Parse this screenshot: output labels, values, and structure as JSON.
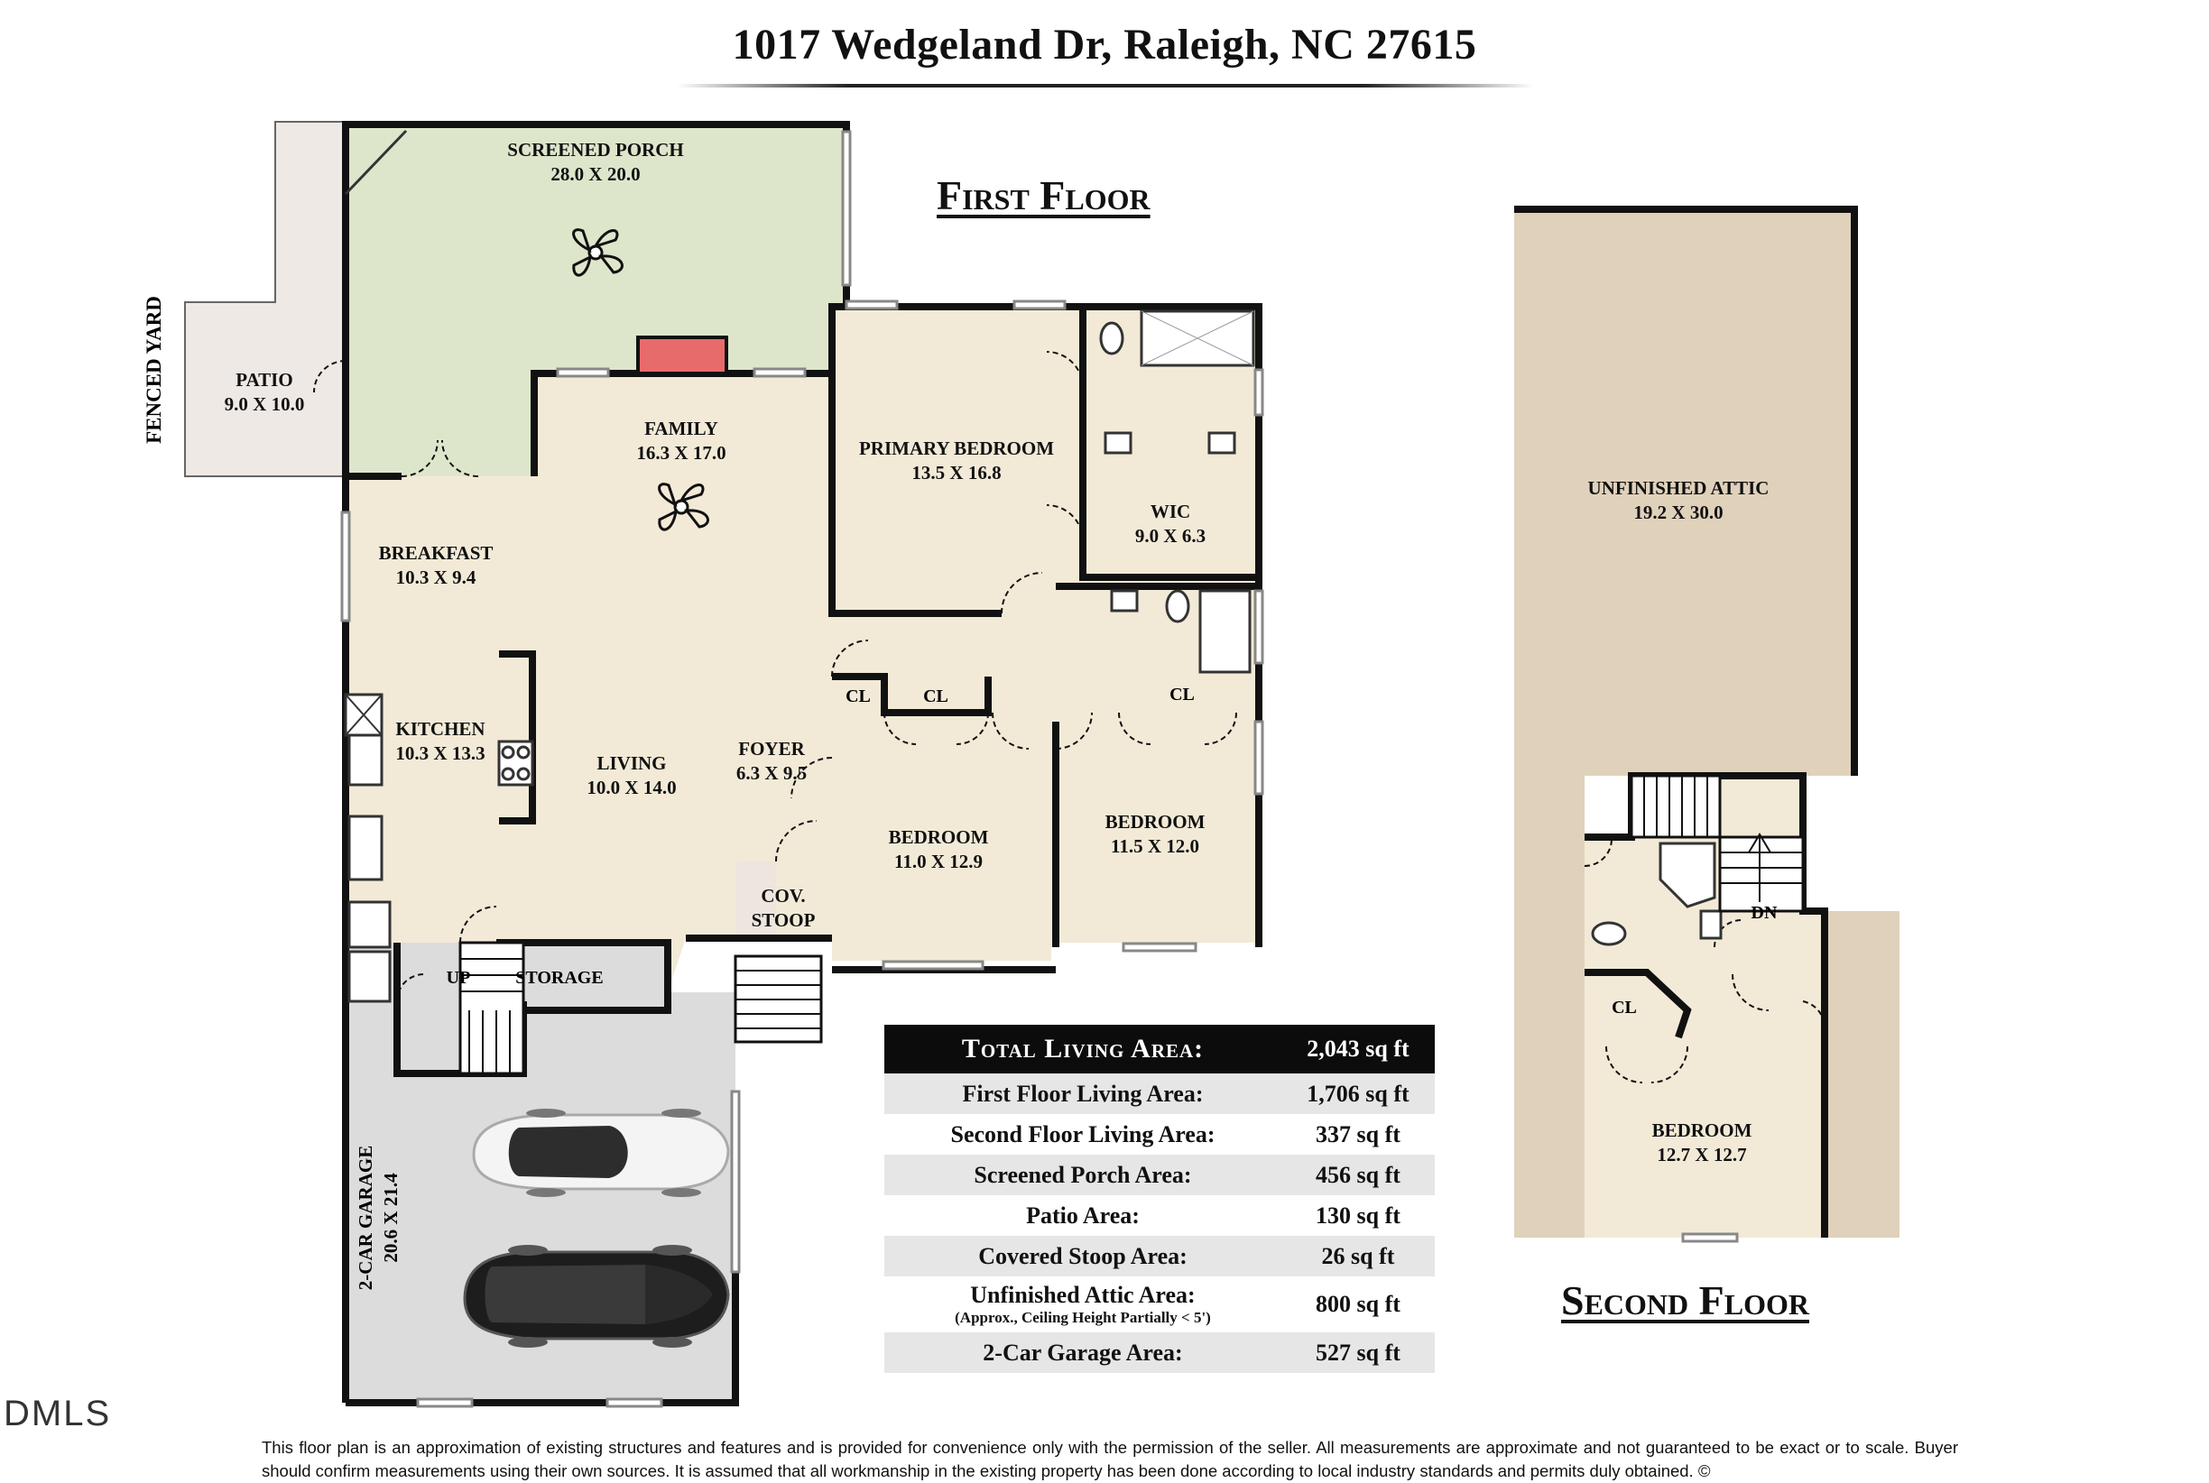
{
  "title": "1017 Wedgeland Dr, Raleigh, NC 27615",
  "floors": {
    "first": "First Floor",
    "second": "Second Floor"
  },
  "fenced_yard": "FENCED YARD",
  "rooms": [
    {
      "name": "SCREENED PORCH",
      "dims": "28.0 X 20.0"
    },
    {
      "name": "PATIO",
      "dims": "9.0 X 10.0"
    },
    {
      "name": "FAMILY",
      "dims": "16.3 X 17.0"
    },
    {
      "name": "PRIMARY BEDROOM",
      "dims": "13.5 X 16.8"
    },
    {
      "name": "WIC",
      "dims": "9.0 X 6.3"
    },
    {
      "name": "BREAKFAST",
      "dims": "10.3 X 9.4"
    },
    {
      "name": "KITCHEN",
      "dims": "10.3 X 13.3"
    },
    {
      "name": "LIVING",
      "dims": "10.0 X 14.0"
    },
    {
      "name": "FOYER",
      "dims": "6.3 X 9.5"
    },
    {
      "name": "BEDROOM",
      "dims": "11.0 X 12.9"
    },
    {
      "name": "BEDROOM",
      "dims": "11.5 X 12.0"
    },
    {
      "name": "COV.",
      "dims": "STOOP"
    },
    {
      "name": "UNFINISHED ATTIC",
      "dims": "19.2 X 30.0"
    },
    {
      "name": "BEDROOM",
      "dims": "12.7 X 12.7"
    }
  ],
  "garage": {
    "name": "2-CAR GARAGE",
    "dims": "20.6 X 21.4"
  },
  "small_labels": {
    "closet": "CL",
    "storage": "STORAGE",
    "up": "UP",
    "down": "DN"
  },
  "area_table": [
    {
      "label": "Total Living Area:",
      "value": "2,043 sq ft"
    },
    {
      "label": "First Floor Living Area:",
      "value": "1,706 sq ft"
    },
    {
      "label": "Second Floor Living Area:",
      "value": "337 sq ft"
    },
    {
      "label": "Screened Porch Area:",
      "value": "456 sq ft"
    },
    {
      "label": "Patio Area:",
      "value": "130 sq ft"
    },
    {
      "label": "Covered Stoop Area:",
      "value": "26 sq ft"
    },
    {
      "label": "Unfinished Attic Area:",
      "note": "(Approx., Ceiling Height Partially < 5')",
      "value": "800 sq ft"
    },
    {
      "label": "2-Car Garage Area:",
      "value": "527 sq ft"
    }
  ],
  "disclaimer": "This floor plan is an approximation of existing structures and features and is provided for convenience only with the permission of the seller. All measurements are approximate and not guaranteed to be exact or to scale. Buyer should confirm measurements using their own sources. It is assumed that all workmanship in the existing property has been done according to local industry standards and permits duly obtained. ©",
  "logo_text": "DMLS",
  "colors": {
    "interior": "#f2ead7",
    "porch": "#dde6cb",
    "patio": "#efe9e5",
    "attic": "#e0d1bb",
    "garage": "#dcdcdc",
    "stoop": "#efe5df",
    "fireplace": "#e86b6b",
    "wall": "#111111"
  }
}
